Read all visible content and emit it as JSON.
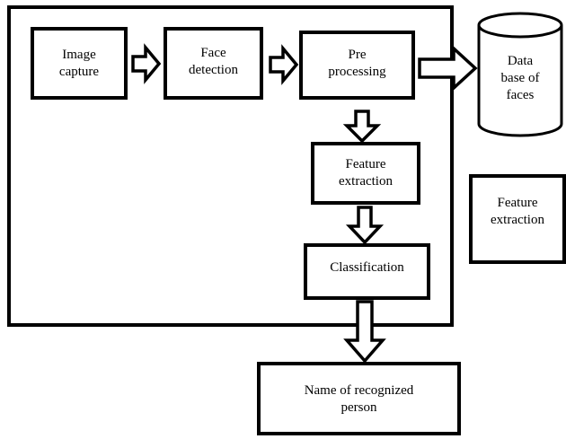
{
  "colors": {
    "stroke": "#000000",
    "fill": "#ffffff"
  },
  "boxes": {
    "image_capture": [
      "Image",
      "capture"
    ],
    "face_detection": [
      "Face",
      "detection"
    ],
    "pre_processing": [
      "Pre",
      "processing"
    ],
    "database": [
      "Data",
      "base of",
      "faces"
    ],
    "feature_extraction": [
      "Feature",
      "extraction"
    ],
    "feature_extraction_db": [
      "Feature",
      "extraction"
    ],
    "classification": [
      "Classification"
    ],
    "result": [
      "Name of recognized",
      "person"
    ]
  }
}
